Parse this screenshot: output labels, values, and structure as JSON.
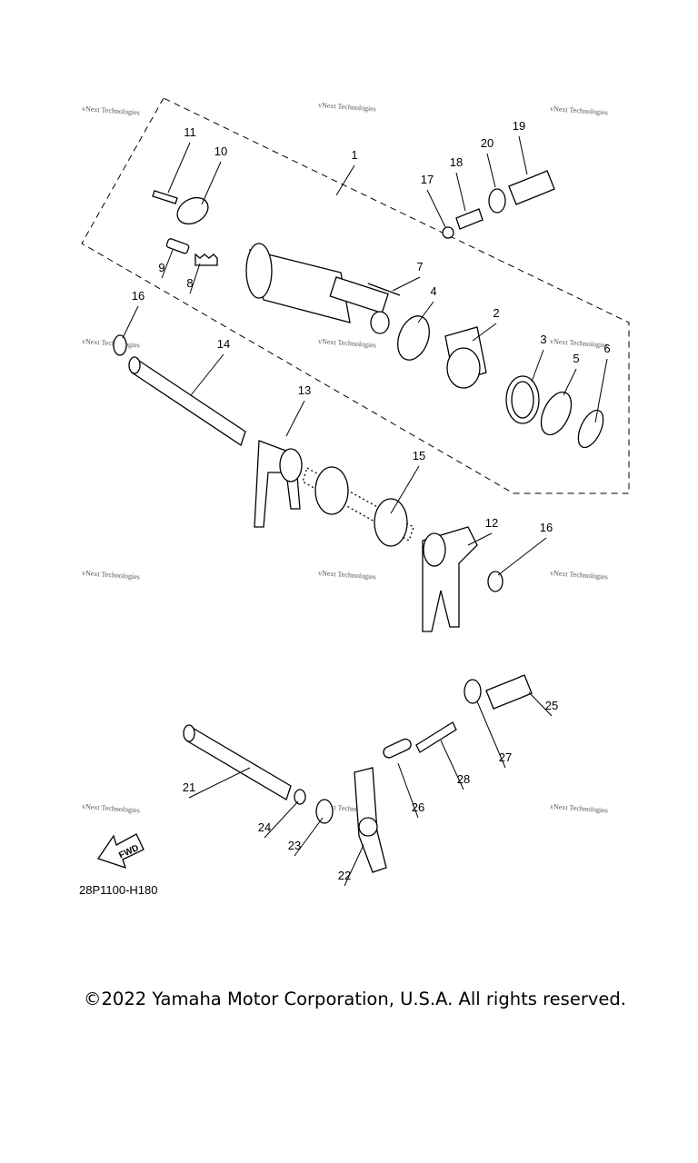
{
  "diagram": {
    "callouts": [
      "1",
      "2",
      "3",
      "4",
      "5",
      "6",
      "7",
      "8",
      "9",
      "10",
      "11",
      "12",
      "13",
      "14",
      "15",
      "16",
      "16",
      "17",
      "18",
      "19",
      "20",
      "21",
      "22",
      "23",
      "24",
      "25",
      "26",
      "27",
      "28"
    ],
    "watermark": "vNext Technologies",
    "fwd_label": "FWD",
    "part_code": "28P1100-H180"
  },
  "footer": {
    "copyright": "©2022 Yamaha Motor Corporation, U.S.A. All rights reserved."
  }
}
